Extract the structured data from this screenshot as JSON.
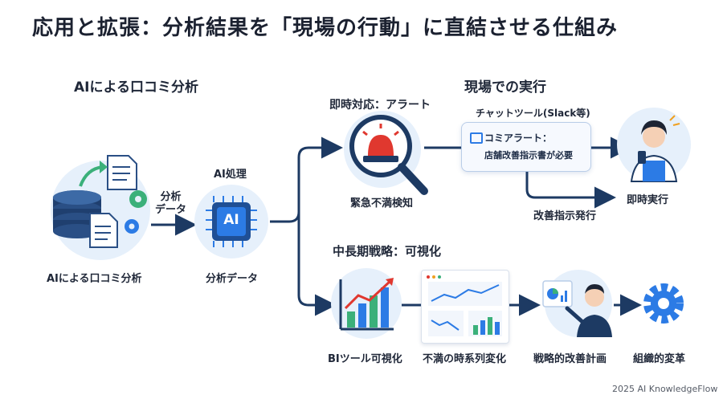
{
  "title": "応用と拡張：分析結果を「現場の行動」に直結させる仕組み",
  "left_section": {
    "heading": "AIによる口コミ分析",
    "source_label": "AIによる口コミ分析",
    "arrow_label_line1": "分析",
    "arrow_label_line2": "データ",
    "ai_heading": "AI処理",
    "ai_chip_text": "AI",
    "ai_caption": "分析データ"
  },
  "immediate": {
    "heading": "即時対応：アラート",
    "caption": "緊急不満検知",
    "tool_label": "チャットツール(Slack等)",
    "alert_line1": "コミアラート：",
    "alert_line2": "店舗改善指示書が必要",
    "issue_label": "改善指示発行",
    "action_label": "即時実行"
  },
  "field_heading": "現場での実行",
  "midterm": {
    "heading": "中長期戦略：可視化",
    "bi_label": "BIツール可視化",
    "trend_label": "不満の時系列変化",
    "plan_label": "戦略的改善計画",
    "reform_label": "組織的変革"
  },
  "footer": "2025 AI KnowledgeFlow",
  "colors": {
    "navy": "#1d3a63",
    "accent_blue": "#2c7be5",
    "alert_red": "#e0382f",
    "green": "#3bb07a",
    "circle_bg": "#e6f0fb"
  }
}
